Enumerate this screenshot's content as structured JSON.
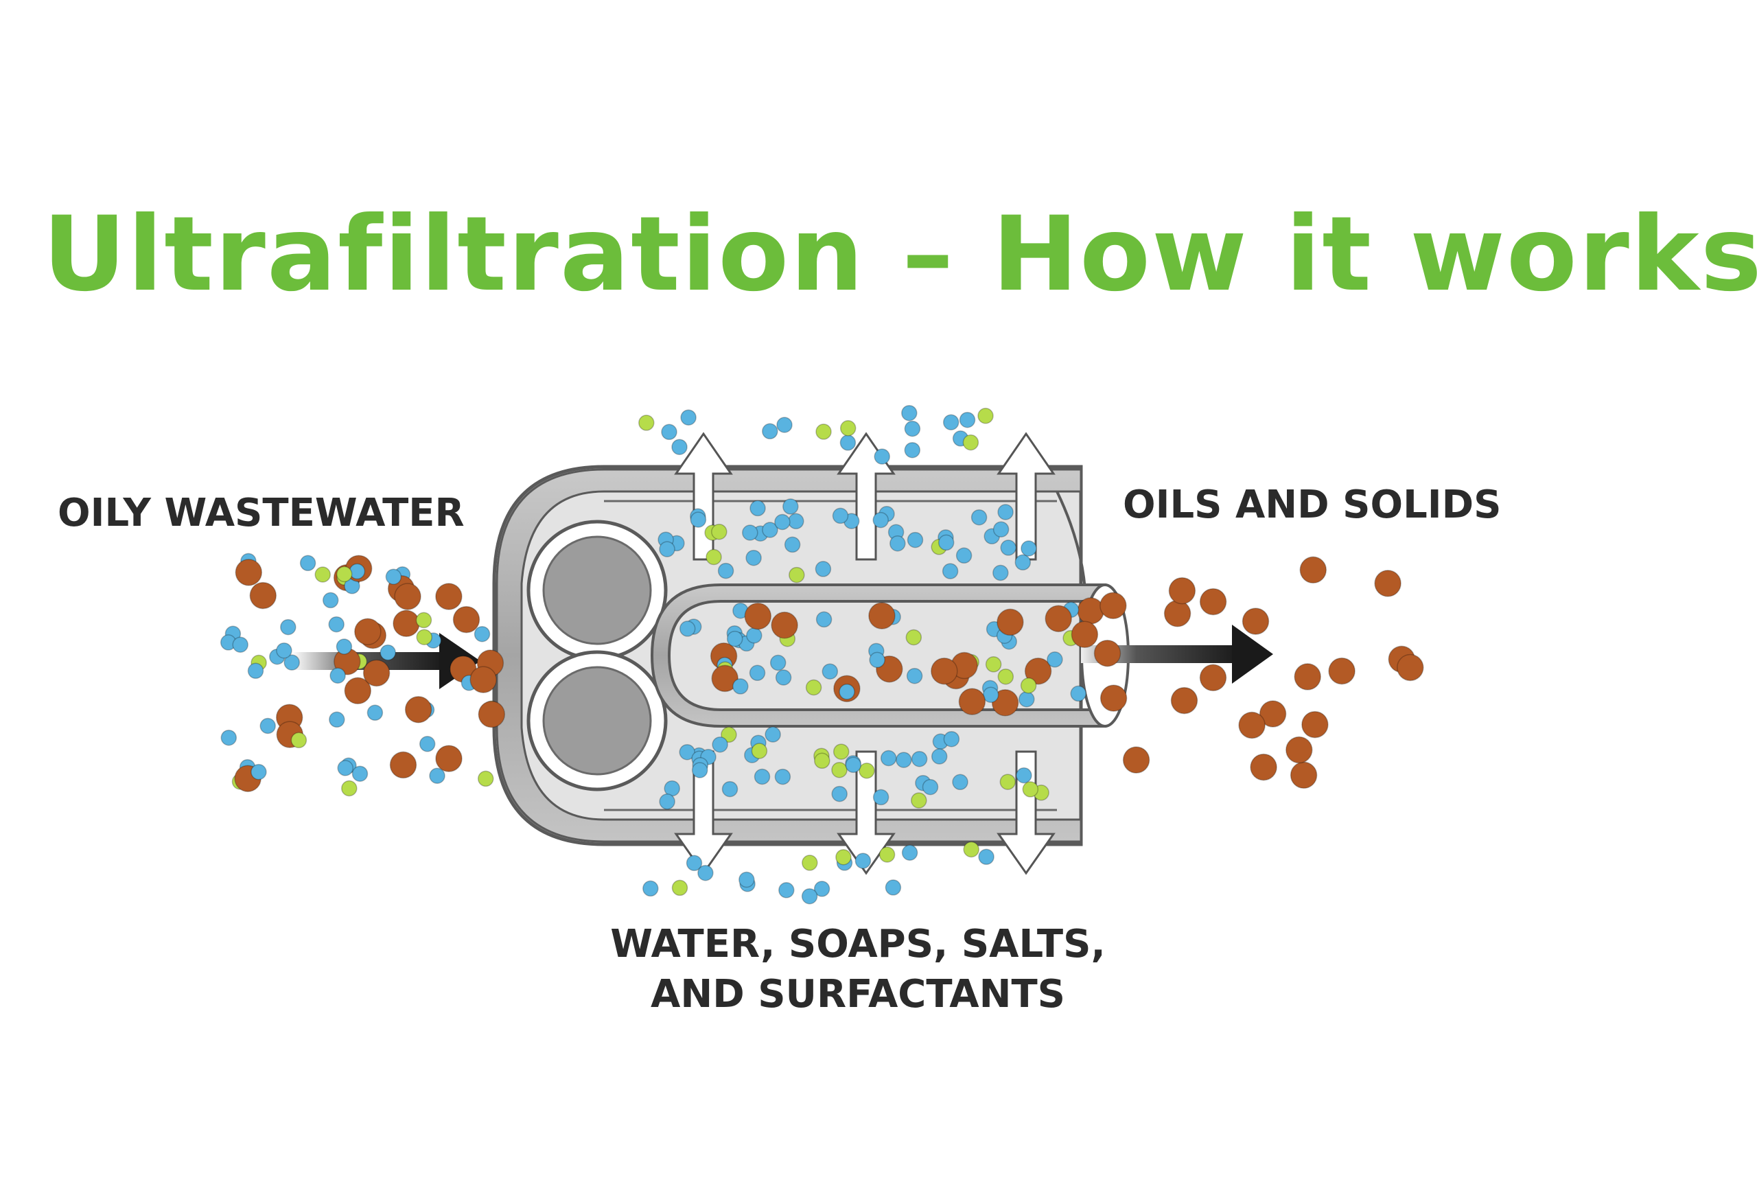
{
  "title": "Ultrafiltration – How it works",
  "labels": {
    "input": "OILY WASTEWATER",
    "concentrate": "OILS AND SOLIDS",
    "permeate_line1": "WATER, SOAPS, SALTS,",
    "permeate_line2": "AND SURFACTANTS"
  },
  "colors": {
    "title_green": "#6cbd3b",
    "oil_particle": "#b35a25",
    "water_particle": "#59b3e0",
    "soap_particle": "#b6dc4a",
    "tube_gray": "#a8a8a8",
    "arrow_dark": "#222222"
  },
  "icons": {
    "flow_arrow": "right-arrow-icon",
    "permeate_arrow": "vertical-double-arrow-icon"
  }
}
